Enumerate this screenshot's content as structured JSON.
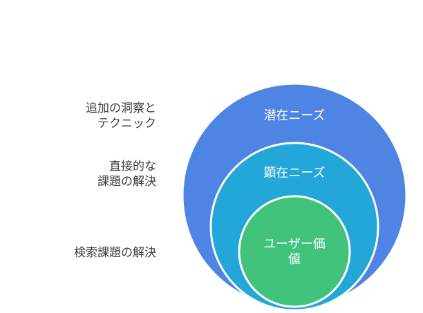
{
  "diagram": {
    "circles": [
      {
        "id": "outer",
        "lines": [
          "潜在ニーズ"
        ],
        "fill": "#4e84e4"
      },
      {
        "id": "middle",
        "lines": [
          "顕在ニーズ"
        ],
        "fill": "#23a6d8"
      },
      {
        "id": "inner",
        "lines": [
          "ユーザー価",
          "値"
        ],
        "fill": "#42c37c"
      }
    ],
    "side_labels": [
      {
        "id": "outer",
        "lines": [
          "追加の洞察と",
          "テクニック"
        ]
      },
      {
        "id": "middle",
        "lines": [
          "直接的な",
          "課題の解決"
        ]
      },
      {
        "id": "inner",
        "lines": [
          "検索課題の解決"
        ]
      }
    ],
    "colors": {
      "stroke": "#ffffff",
      "label_text": "#3c3c3c",
      "circle_text": "#ffffff"
    }
  }
}
